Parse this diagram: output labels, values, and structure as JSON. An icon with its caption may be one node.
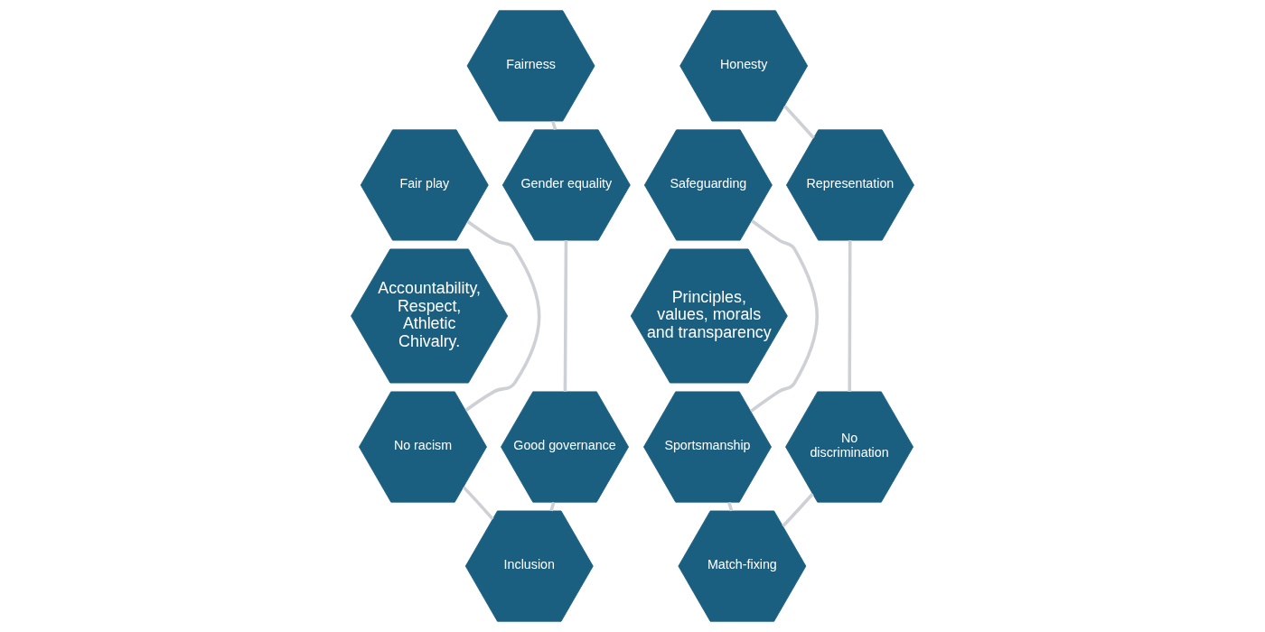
{
  "diagram": {
    "nodes": [
      {
        "text": [
          "Fairness"
        ]
      },
      {
        "text": [
          "Fair play"
        ]
      },
      {
        "text": [
          "Gender equality"
        ]
      },
      {
        "text": [
          "Accountability, Respect, Athletic Chivalry."
        ]
      },
      {
        "text": [
          "No racism"
        ]
      },
      {
        "text": [
          "Good governance"
        ]
      },
      {
        "text": [
          "Inclusion"
        ]
      },
      {
        "text": [
          "Honesty"
        ]
      },
      {
        "text": [
          "Safeguarding"
        ]
      },
      {
        "text": [
          "Representation"
        ]
      },
      {
        "text": [
          "Principles, values, morals and transparency"
        ]
      },
      {
        "text": [
          "Sportsmanship"
        ]
      },
      {
        "text": [
          "No discrimination"
        ]
      },
      {
        "text": [
          "Match-fixing"
        ]
      }
    ],
    "edges": [
      {
        "from": 0,
        "to": 2,
        "arrow": "none"
      },
      {
        "from": 2,
        "to": 5,
        "arrow": "none"
      },
      {
        "from": 5,
        "to": 6,
        "arrow": "none"
      },
      {
        "from": 6,
        "to": 4,
        "arrow": "none"
      },
      {
        "from": 4,
        "to": 1,
        "arrow": "none"
      },
      {
        "from": 7,
        "to": 9,
        "arrow": "none"
      },
      {
        "from": 9,
        "to": 12,
        "arrow": "none"
      },
      {
        "from": 12,
        "to": 13,
        "arrow": "none"
      },
      {
        "from": 13,
        "to": 11,
        "arrow": "none"
      },
      {
        "from": 11,
        "to": 8,
        "arrow": "none"
      }
    ]
  }
}
